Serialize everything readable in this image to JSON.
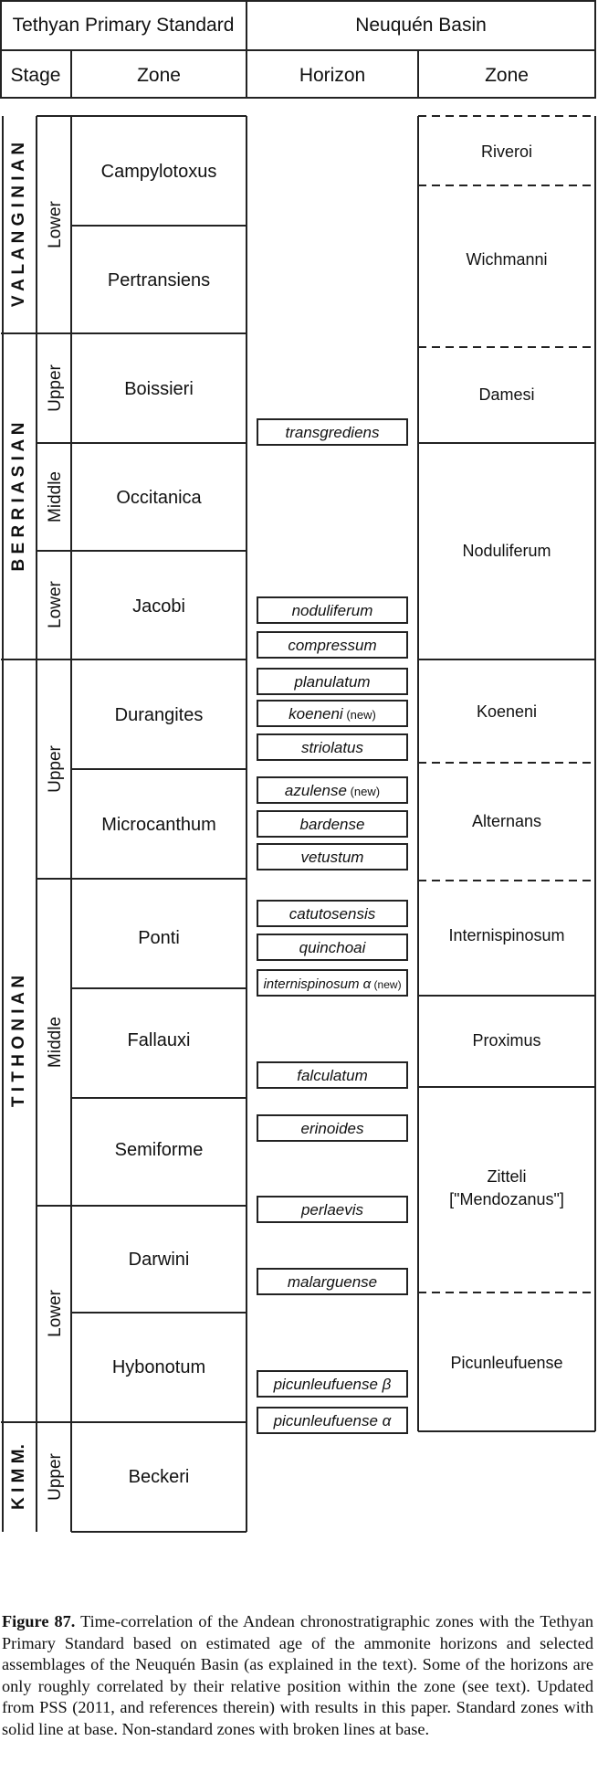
{
  "header": {
    "left": "Tethyan Primary Standard",
    "right": "Neuquén Basin",
    "col_stage": "Stage",
    "col_zone": "Zone",
    "col_horizon": "Horizon",
    "col_nzone": "Zone"
  },
  "stages": [
    {
      "name": "VALANGINIAN",
      "letters": "V A L A N G I N I A N"
    },
    {
      "name": "BERRIASIAN",
      "letters": "B E R R I A S I A N"
    },
    {
      "name": "TITHONIAN",
      "letters": "T I T H O N I A N"
    },
    {
      "name": "KIMM.",
      "letters": "K I M M."
    }
  ],
  "substages": [
    "Lower",
    "Upper",
    "Middle",
    "Lower",
    "Upper",
    "Middle",
    "Lower",
    "Upper"
  ],
  "tethyan_zones": [
    "Campylotoxus",
    "Pertransiens",
    "Boissieri",
    "Occitanica",
    "Jacobi",
    "Durangites",
    "Microcanthum",
    "Ponti",
    "Fallauxi",
    "Semiforme",
    "Darwini",
    "Hybonotum",
    "Beckeri"
  ],
  "horizons": [
    {
      "name": "transgrediens",
      "suffix": ""
    },
    {
      "name": "noduliferum",
      "suffix": ""
    },
    {
      "name": "compressum",
      "suffix": ""
    },
    {
      "name": "planulatum",
      "suffix": ""
    },
    {
      "name": "koeneni",
      "suffix": " (new)"
    },
    {
      "name": "striolatus",
      "suffix": ""
    },
    {
      "name": "azulense",
      "suffix": " (new)"
    },
    {
      "name": "bardense",
      "suffix": ""
    },
    {
      "name": "vetustum",
      "suffix": ""
    },
    {
      "name": "catutosensis",
      "suffix": ""
    },
    {
      "name": "quinchoai",
      "suffix": ""
    },
    {
      "name": "internispinosum α",
      "suffix": " (new)"
    },
    {
      "name": "falculatum",
      "suffix": ""
    },
    {
      "name": "erinoides",
      "suffix": ""
    },
    {
      "name": "perlaevis",
      "suffix": ""
    },
    {
      "name": "malarguense",
      "suffix": ""
    },
    {
      "name": "picunleufuense β",
      "suffix": ""
    },
    {
      "name": "picunleufuense α",
      "suffix": ""
    }
  ],
  "neuquen_zones": [
    "Riveroi",
    "Wichmanni",
    "Damesi",
    "Noduliferum",
    "Koeneni",
    "Alternans",
    "Internispinosum",
    "Proximus",
    "Zitteli",
    "[\"Mendozanus\"]",
    "Picunleufuense"
  ],
  "caption": {
    "label": "Figure 87.",
    "text": " Time-correlation of the Andean chronostratigraphic zones with the Tethyan Primary Standard based on estimated age of the ammonite horizons and selected assemblages of the Neuquén Basin (as explained in the text). Some of the horizons are only roughly correlated by their relative position within the zone (see text). Updated from PSS (2011, and references therein) with results in this paper. Standard zones with solid line at base. Non-standard zones with broken lines at base."
  }
}
